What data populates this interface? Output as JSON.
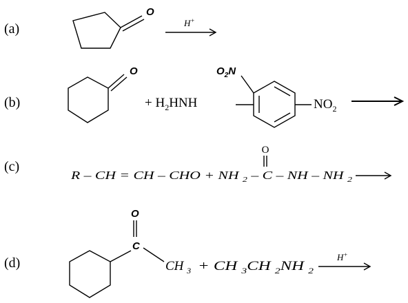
{
  "reactions": {
    "a": {
      "label": "(a)",
      "oxygen": "O",
      "arrow_label": {
        "base": "H",
        "sup": "+"
      }
    },
    "b": {
      "label": "(b)",
      "oxygen": "O",
      "plus_reagent": {
        "plus": "+ H",
        "sub": "2",
        "rest": "HNH"
      },
      "no2_left": {
        "o": "O",
        "sub": "2",
        "n": "N"
      },
      "no2_right": {
        "base": "NO",
        "sub": "2"
      }
    },
    "c": {
      "label": "(c)",
      "oxygen": "O",
      "equation": {
        "part1": "R – CH = CH – CHO + NH ",
        "sub1": "2",
        "part2": " – C – NH – NH ",
        "sub2": "2"
      }
    },
    "d": {
      "label": "(d)",
      "oxygen": "O",
      "carbon": "C",
      "ch3": {
        "base": "CH ",
        "sub": "3"
      },
      "reagent": {
        "p1": " + CH ",
        "s1": "3",
        "p2": "CH ",
        "s2": "2",
        "p3": "NH ",
        "s3": "2"
      },
      "arrow_label": {
        "base": "H",
        "sup": "+"
      }
    }
  }
}
